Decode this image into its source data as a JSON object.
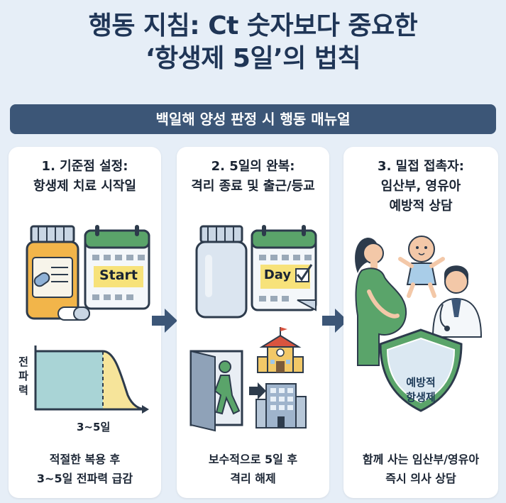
{
  "title": {
    "line1": "행동 지침: Ct 숫자보다 중요한",
    "line2": "‘항생제 5일’의 법칙"
  },
  "banner": "백일해 양성 판정 시 행동 매뉴얼",
  "cards": [
    {
      "heading_line1": "1. 기준점 설정:",
      "heading_line2": "항생제 치료 시작일",
      "calendar_label": "Start",
      "chart_ylabel": [
        "전",
        "파",
        "력"
      ],
      "chart_xlabel": "3~5일",
      "footer_line1": "적절한 복용 후",
      "footer_line2": "3~5일 전파력 급감"
    },
    {
      "heading_line1": "2. 5일의 완복:",
      "heading_line2": "격리 종료 및 출근/등교",
      "calendar_label": "Day",
      "footer_line1": "보수적으로 5일 후",
      "footer_line2": "격리 해제"
    },
    {
      "heading_line1": "3. 밀접 접촉자:",
      "heading_line2": "임산부, 영유아",
      "heading_line3": "예방적 상담",
      "shield_line1": "예방적",
      "shield_line2": "항생제",
      "footer_line1": "함께 사는 임산부/영유아",
      "footer_line2": "즉시 의사 상담"
    }
  ],
  "icons": {
    "card1": [
      "medicine-bottle-icon",
      "calendar-icon",
      "pill-capsule-icon",
      "infectivity-curve"
    ],
    "card2": [
      "empty-bottle-icon",
      "calendar-check-icon",
      "person-exiting-door-icon",
      "school-icon",
      "office-building-icon"
    ],
    "card3": [
      "pregnant-woman-icon",
      "baby-icon",
      "doctor-icon",
      "shield-icon"
    ]
  },
  "colors": {
    "background": "#e6eef7",
    "banner": "#3c5677",
    "title": "#1f3556",
    "accent_green": "#5aa46a",
    "calendar_yellow": "#f7e27a",
    "arrow": "#3c5677"
  }
}
